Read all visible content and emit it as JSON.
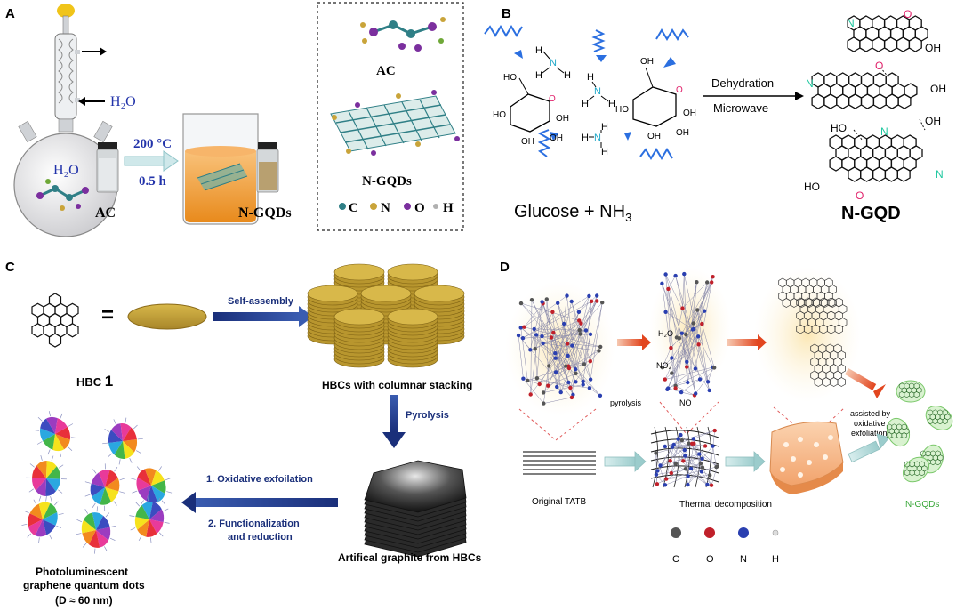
{
  "panels": {
    "A": {
      "letter": "A",
      "h2o_top": "H₂O",
      "h2o_flask": "H₂O",
      "temp": "200 °C",
      "time": "0.5 h",
      "ac_label": "AC",
      "ngqds_label": "N-GQDs",
      "box_ac": "AC",
      "box_ngqds": "N-GQDs",
      "legend": [
        "C",
        "N",
        "O",
        "H"
      ],
      "legend_colors": [
        "#2f7f86",
        "#c9a43a",
        "#7b2f9e",
        "#b0b0b0"
      ]
    },
    "B": {
      "letter": "B",
      "step1": "Dehydration",
      "step2": "Microwave",
      "reactants": "Glucose + NH",
      "reactants_sub": "3",
      "product": "N-GQD",
      "atoms": {
        "OH": "OH",
        "HO": "HO",
        "O": "O",
        "N": "N",
        "H": "H"
      }
    },
    "C": {
      "letter": "C",
      "hbc": "HBC",
      "hbc_num": "1",
      "eq": "=",
      "self_assembly": "Self-assembly",
      "stack_label": "HBCs with columnar stacking",
      "pyrolysis": "Pyrolysis",
      "graphite_label": "Artifical graphite from HBCs",
      "step1": "1. Oxidative exfoilation",
      "step2a": "2. Functionalization",
      "step2b": "and reduction",
      "pl1": "Photoluminescent",
      "pl2": "graphene quantum dots",
      "pl3": "(D ≈ 60 nm)"
    },
    "D": {
      "letter": "D",
      "pyrolysis": "pyrolysis",
      "h2o": "H₂O",
      "no2": "NO₂",
      "no": "NO",
      "assist1": "assisted by",
      "assist2": "oxidative",
      "assist3": "exfoliation",
      "original": "Original TATB",
      "thermal": "Thermal decomposition",
      "ngqds": "N-GQDs",
      "legend": [
        "C",
        "O",
        "N",
        "H"
      ],
      "legend_colors": [
        "#555555",
        "#c0202a",
        "#2a3fb0",
        "#dddddd"
      ]
    }
  }
}
